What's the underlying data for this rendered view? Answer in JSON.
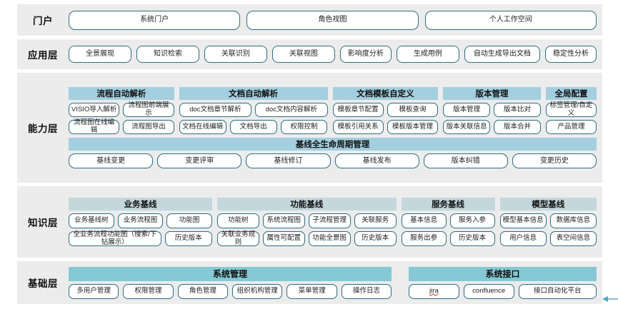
{
  "layers": [
    {
      "id": "portal",
      "label": "门户",
      "items": [
        "系统门户",
        "角色视图",
        "个人工作空间"
      ]
    },
    {
      "id": "application",
      "label": "应用层",
      "items": [
        "全景展现",
        "知识检索",
        "关联识别",
        "关联视图",
        "影响度分析",
        "生成用例",
        "自动生成导出文档",
        "稳定性分析"
      ]
    },
    {
      "id": "capability",
      "label": "能力层",
      "groups": [
        {
          "title": "流程自动解析",
          "rows": [
            [
              "VISIO导入解析",
              "流程图前端展示"
            ],
            [
              "流程图在线编辑",
              "流程图导出"
            ]
          ]
        },
        {
          "title": "文档自动解析",
          "rows": [
            [
              "doc文档章节解析",
              "doc文档内容解析"
            ],
            [
              "文档在线编辑",
              "文档导出",
              "权限控制"
            ]
          ]
        },
        {
          "title": "文档模板自定义",
          "rows": [
            [
              "模板章节配置",
              "模板查询"
            ],
            [
              "模板引用关系",
              "模板版本管理"
            ]
          ]
        },
        {
          "title": "版本管理",
          "rows": [
            [
              "版本管理",
              "版本比对"
            ],
            [
              "版本关联信息",
              "版本合并"
            ]
          ]
        },
        {
          "title": "全局配置",
          "rows": [
            [
              "标签管理/自定义"
            ],
            [
              "产品管理"
            ]
          ]
        }
      ],
      "lifecycle": {
        "title": "基线全生命周期管理",
        "items": [
          "基线变更",
          "变更评审",
          "基线修订",
          "基线发布",
          "版本纠错",
          "变更历史"
        ]
      }
    },
    {
      "id": "knowledge",
      "label": "知识层",
      "groups": [
        {
          "title": "业务基线",
          "rows": [
            [
              "业务基线树",
              "业务流程图",
              "功能图"
            ],
            [
              "全业务流程功能图（搜索/下钻展示）",
              "历史版本"
            ]
          ]
        },
        {
          "title": "功能基线",
          "rows": [
            [
              "功能树",
              "系统流程图",
              "子流程管理",
              "关联服务"
            ],
            [
              "关联业务规则",
              "属性可配置",
              "功能全景图",
              "历史版本"
            ]
          ]
        },
        {
          "title": "服务基线",
          "rows": [
            [
              "基本信息",
              "服务入参"
            ],
            [
              "服务出参",
              "历史版本"
            ]
          ]
        },
        {
          "title": "模型基线",
          "rows": [
            [
              "模型基本信息",
              "数据库信息"
            ],
            [
              "用户信息",
              "表空间信息"
            ]
          ]
        }
      ]
    },
    {
      "id": "base",
      "label": "基础层",
      "groups": [
        {
          "title": "系统管理",
          "rows": [
            [
              "多用户管理",
              "权限管理",
              "角色管理",
              "组织机构管理",
              "菜单管理",
              "操作日志"
            ]
          ]
        },
        {
          "title": "系统接口",
          "rows": [
            [
              "jira",
              "confluence",
              "接口自动化平台"
            ]
          ]
        }
      ]
    }
  ],
  "colors": {
    "band_bg": "#ececec",
    "capability_header": "#a3cfdf",
    "knowledge_header": "#c4d7dc",
    "base_header": "#84c9d4",
    "button_border": "#2f6c82",
    "connector": "#4aa9bd",
    "spellcheck_underline": "#d93025"
  }
}
